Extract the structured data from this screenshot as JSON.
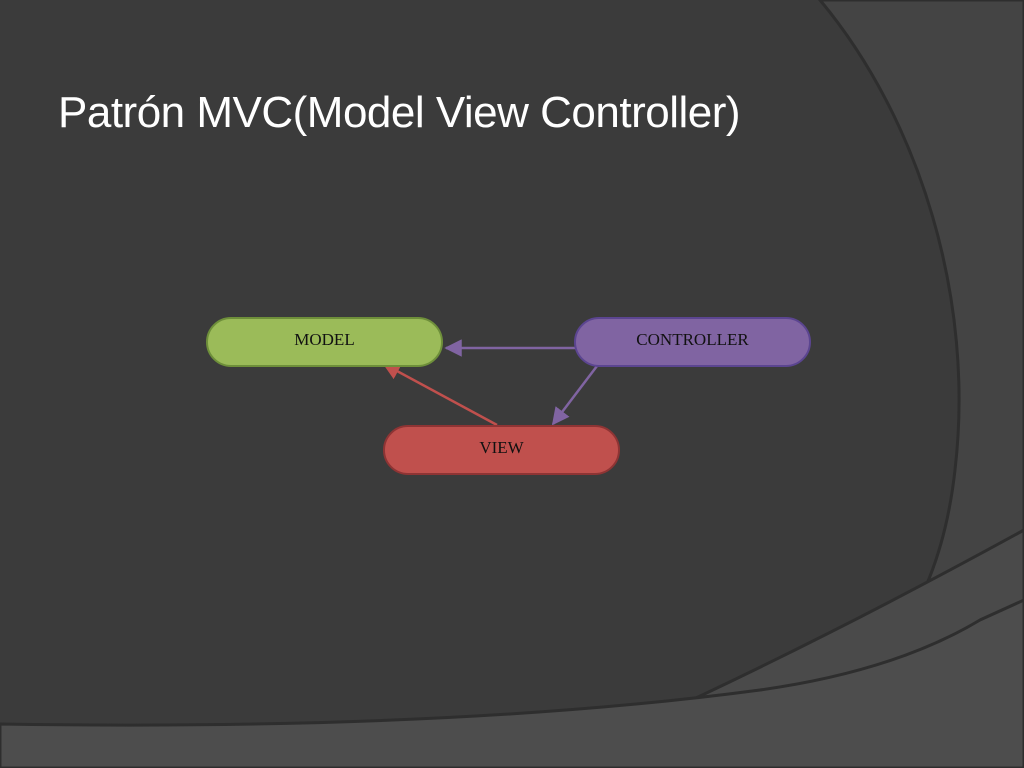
{
  "slide": {
    "title": "Patrón MVC(Model View Controller)"
  },
  "diagram": {
    "nodes": {
      "model": {
        "label": "MODEL",
        "color": "#9bbb59"
      },
      "controller": {
        "label": "CONTROLLER",
        "color": "#8064a2"
      },
      "view": {
        "label": "VIEW",
        "color": "#c0504d"
      }
    },
    "edges": [
      {
        "from": "controller",
        "to": "model",
        "color": "#8064a2"
      },
      {
        "from": "controller",
        "to": "view",
        "color": "#8064a2"
      },
      {
        "from": "view",
        "to": "model",
        "color": "#c0504d"
      }
    ]
  },
  "theme": {
    "background": "#3b3b3b",
    "arc_shade": "#444444",
    "arc_outline": "#2e2e2e",
    "title_color": "#ffffff"
  }
}
